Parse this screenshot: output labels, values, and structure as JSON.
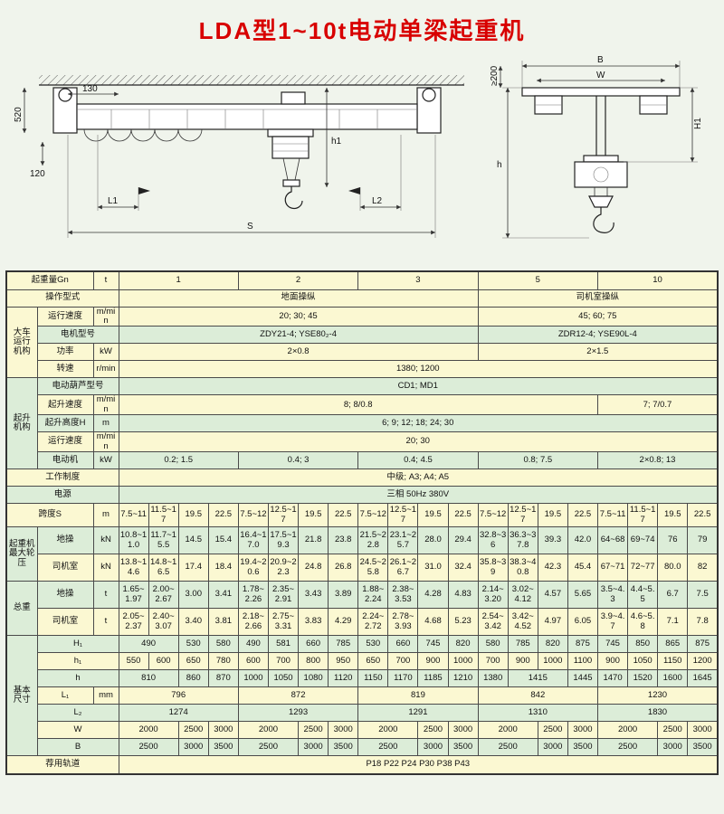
{
  "title": "LDA型1~10t电动单梁起重机",
  "drawing": {
    "side": {
      "dim130": "130",
      "dim520": "520",
      "dim120": "120",
      "dimh1": "h1",
      "dimL1": "L1",
      "dimL2": "L2",
      "dimS": "S"
    },
    "end": {
      "dimB": "B",
      "dimW": "W",
      "dim200": "≥200",
      "dimH1": "H1",
      "dimh": "h"
    }
  },
  "table": {
    "rows": [
      {
        "h": 20,
        "bg": "y",
        "cells": [
          {
            "t": "起重量Gn",
            "cs": 2,
            "cls": "lbl"
          },
          {
            "t": "t",
            "cls": "unit"
          },
          {
            "t": "1",
            "cs": 4
          },
          {
            "t": "2",
            "cs": 4
          },
          {
            "t": "3",
            "cs": 4
          },
          {
            "t": "5",
            "cs": 4
          },
          {
            "t": "10",
            "cs": 4
          }
        ]
      },
      {
        "h": 19,
        "bg": "y",
        "cells": [
          {
            "t": "操作型式",
            "cs": 3,
            "cls": "lbl"
          },
          {
            "t": "地面操纵",
            "cs": 12
          },
          {
            "t": "司机室操纵",
            "cs": 8
          }
        ]
      },
      {
        "h": 19,
        "bg": "y",
        "cells": [
          {
            "t": "大车\n运行\n机构",
            "rs": 4,
            "cls": "grp"
          },
          {
            "t": "运行速度",
            "cls": "lbl"
          },
          {
            "t": "m/min",
            "cls": "unit"
          },
          {
            "t": "20; 30; 45",
            "cs": 12
          },
          {
            "t": "45; 60; 75",
            "cs": 8
          }
        ]
      },
      {
        "h": 19,
        "bg": "g",
        "cells": [
          {
            "t": "电机型号",
            "cs": 2,
            "cls": "lbl"
          },
          {
            "t": "ZDY21-4; YSE80₂-4",
            "cs": 12
          },
          {
            "t": "ZDR12-4; YSE90L-4",
            "cs": 8
          }
        ]
      },
      {
        "h": 19,
        "bg": "y",
        "cells": [
          {
            "t": "功率",
            "cls": "lbl"
          },
          {
            "t": "kW",
            "cls": "unit"
          },
          {
            "t": "2×0.8",
            "cs": 12
          },
          {
            "t": "2×1.5",
            "cs": 8
          }
        ]
      },
      {
        "h": 19,
        "bg": "y",
        "cells": [
          {
            "t": "转速",
            "cls": "lbl"
          },
          {
            "t": "r/min",
            "cls": "unit"
          },
          {
            "t": "1380; 1200",
            "cs": 20
          }
        ]
      },
      {
        "h": 19,
        "bg": "g",
        "cells": [
          {
            "t": "起升\n机构",
            "rs": 5,
            "cls": "grp"
          },
          {
            "t": "电动葫芦型号",
            "cs": 2,
            "cls": "lbl"
          },
          {
            "t": "CD1; MD1",
            "cs": 20
          }
        ]
      },
      {
        "h": 19,
        "bg": "y",
        "cells": [
          {
            "t": "起升速度",
            "cls": "lbl"
          },
          {
            "t": "m/min",
            "cls": "unit"
          },
          {
            "t": "8; 8/0.8",
            "cs": 16
          },
          {
            "t": "7; 7/0.7",
            "cs": 4
          }
        ]
      },
      {
        "h": 19,
        "bg": "g",
        "cells": [
          {
            "t": "起升高度H",
            "cls": "lbl"
          },
          {
            "t": "m",
            "cls": "unit"
          },
          {
            "t": "6; 9; 12; 18; 24; 30",
            "cs": 20
          }
        ]
      },
      {
        "h": 19,
        "bg": "y",
        "cells": [
          {
            "t": "运行速度",
            "cls": "lbl"
          },
          {
            "t": "m/min",
            "cls": "unit"
          },
          {
            "t": "20; 30",
            "cs": 20
          }
        ]
      },
      {
        "h": 19,
        "bg": "g",
        "cells": [
          {
            "t": "电动机",
            "cls": "lbl"
          },
          {
            "t": "kW",
            "cls": "unit"
          },
          {
            "t": "0.2; 1.5",
            "cs": 4
          },
          {
            "t": "0.4; 3",
            "cs": 4
          },
          {
            "t": "0.4; 4.5",
            "cs": 4
          },
          {
            "t": "0.8; 7.5",
            "cs": 4
          },
          {
            "t": "2×0.8; 13",
            "cs": 4
          }
        ]
      },
      {
        "h": 19,
        "bg": "y",
        "cells": [
          {
            "t": "工作制度",
            "cs": 3,
            "cls": "lbl"
          },
          {
            "t": "中级; A3; A4; A5",
            "cs": 20
          }
        ]
      },
      {
        "h": 19,
        "bg": "g",
        "cells": [
          {
            "t": "电源",
            "cs": 3,
            "cls": "lbl"
          },
          {
            "t": "三相  50Hz  380V",
            "cs": 20
          }
        ]
      },
      {
        "h": 26,
        "bg": "y",
        "cells": [
          {
            "t": "跨度S",
            "cs": 2,
            "cls": "lbl"
          },
          {
            "t": "m",
            "cls": "unit"
          },
          {
            "t": "7.5~11"
          },
          {
            "t": "11.5~17"
          },
          {
            "t": "19.5"
          },
          {
            "t": "22.5"
          },
          {
            "t": "7.5~12"
          },
          {
            "t": "12.5~17"
          },
          {
            "t": "19.5"
          },
          {
            "t": "22.5"
          },
          {
            "t": "7.5~12"
          },
          {
            "t": "12.5~17"
          },
          {
            "t": "19.5"
          },
          {
            "t": "22.5"
          },
          {
            "t": "7.5~12"
          },
          {
            "t": "12.5~17"
          },
          {
            "t": "19.5"
          },
          {
            "t": "22.5"
          },
          {
            "t": "7.5~11"
          },
          {
            "t": "11.5~17"
          },
          {
            "t": "19.5"
          },
          {
            "t": "22.5"
          }
        ]
      },
      {
        "h": 30,
        "bg": "g",
        "cells": [
          {
            "t": "起重机\n最大轮\n压",
            "rs": 2,
            "cls": "grp"
          },
          {
            "t": "地操",
            "cls": "lbl"
          },
          {
            "t": "kN",
            "cls": "unit"
          },
          {
            "t": "10.8~11.0"
          },
          {
            "t": "11.7~15.5"
          },
          {
            "t": "14.5"
          },
          {
            "t": "15.4"
          },
          {
            "t": "16.4~17.0"
          },
          {
            "t": "17.5~19.3"
          },
          {
            "t": "21.8"
          },
          {
            "t": "23.8"
          },
          {
            "t": "21.5~22.8"
          },
          {
            "t": "23.1~25.7"
          },
          {
            "t": "28.0"
          },
          {
            "t": "29.4"
          },
          {
            "t": "32.8~36"
          },
          {
            "t": "36.3~37.8"
          },
          {
            "t": "39.3"
          },
          {
            "t": "42.0"
          },
          {
            "t": "64~68"
          },
          {
            "t": "69~74"
          },
          {
            "t": "76"
          },
          {
            "t": "79"
          }
        ]
      },
      {
        "h": 30,
        "bg": "y",
        "cells": [
          {
            "t": "司机室",
            "cls": "lbl"
          },
          {
            "t": "kN",
            "cls": "unit"
          },
          {
            "t": "13.8~14.6"
          },
          {
            "t": "14.8~16.5"
          },
          {
            "t": "17.4"
          },
          {
            "t": "18.4"
          },
          {
            "t": "19.4~20.6"
          },
          {
            "t": "20.9~22.3"
          },
          {
            "t": "24.8"
          },
          {
            "t": "26.8"
          },
          {
            "t": "24.5~25.8"
          },
          {
            "t": "26.1~26.7"
          },
          {
            "t": "31.0"
          },
          {
            "t": "32.4"
          },
          {
            "t": "35.8~39"
          },
          {
            "t": "38.3~40.8"
          },
          {
            "t": "42.3"
          },
          {
            "t": "45.4"
          },
          {
            "t": "67~71"
          },
          {
            "t": "72~77"
          },
          {
            "t": "80.0"
          },
          {
            "t": "82"
          }
        ]
      },
      {
        "h": 30,
        "bg": "g",
        "cells": [
          {
            "t": "总重",
            "rs": 2,
            "cls": "grp"
          },
          {
            "t": "地操",
            "cls": "lbl"
          },
          {
            "t": "t",
            "cls": "unit"
          },
          {
            "t": "1.65~1.97"
          },
          {
            "t": "2.00~2.67"
          },
          {
            "t": "3.00"
          },
          {
            "t": "3.41"
          },
          {
            "t": "1.78~2.26"
          },
          {
            "t": "2.35~2.91"
          },
          {
            "t": "3.43"
          },
          {
            "t": "3.89"
          },
          {
            "t": "1.88~2.24"
          },
          {
            "t": "2.38~3.53"
          },
          {
            "t": "4.28"
          },
          {
            "t": "4.83"
          },
          {
            "t": "2.14~3.20"
          },
          {
            "t": "3.02~4.12"
          },
          {
            "t": "4.57"
          },
          {
            "t": "5.65"
          },
          {
            "t": "3.5~4.3"
          },
          {
            "t": "4.4~5.5"
          },
          {
            "t": "6.7"
          },
          {
            "t": "7.5"
          }
        ]
      },
      {
        "h": 30,
        "bg": "y",
        "cells": [
          {
            "t": "司机室",
            "cls": "lbl"
          },
          {
            "t": "t",
            "cls": "unit"
          },
          {
            "t": "2.05~2.37"
          },
          {
            "t": "2.40~3.07"
          },
          {
            "t": "3.40"
          },
          {
            "t": "3.81"
          },
          {
            "t": "2.18~2.66"
          },
          {
            "t": "2.75~3.31"
          },
          {
            "t": "3.83"
          },
          {
            "t": "4.29"
          },
          {
            "t": "2.24~2.72"
          },
          {
            "t": "2.78~3.93"
          },
          {
            "t": "4.68"
          },
          {
            "t": "5.23"
          },
          {
            "t": "2.54~3.42"
          },
          {
            "t": "3.42~4.52"
          },
          {
            "t": "4.97"
          },
          {
            "t": "6.05"
          },
          {
            "t": "3.9~4.7"
          },
          {
            "t": "4.6~5.8"
          },
          {
            "t": "7.1"
          },
          {
            "t": "7.8"
          }
        ]
      },
      {
        "h": 19,
        "bg": "g",
        "cells": [
          {
            "t": "基本\n尺寸",
            "rs": 7,
            "cls": "grp"
          },
          {
            "t": "H₁",
            "cs": 2,
            "cls": "lbl"
          },
          {
            "t": "490",
            "cs": 2
          },
          {
            "t": "530"
          },
          {
            "t": "580"
          },
          {
            "t": "490"
          },
          {
            "t": "581"
          },
          {
            "t": "660"
          },
          {
            "t": "785"
          },
          {
            "t": "530"
          },
          {
            "t": "660"
          },
          {
            "t": "745"
          },
          {
            "t": "820"
          },
          {
            "t": "580"
          },
          {
            "t": "785"
          },
          {
            "t": "820"
          },
          {
            "t": "875"
          },
          {
            "t": "745"
          },
          {
            "t": "850"
          },
          {
            "t": "865"
          },
          {
            "t": "875"
          }
        ]
      },
      {
        "h": 19,
        "bg": "y",
        "cells": [
          {
            "t": "h₁",
            "cs": 2,
            "cls": "lbl"
          },
          {
            "t": "550"
          },
          {
            "t": "600"
          },
          {
            "t": "650"
          },
          {
            "t": "780"
          },
          {
            "t": "600"
          },
          {
            "t": "700"
          },
          {
            "t": "800"
          },
          {
            "t": "950"
          },
          {
            "t": "650"
          },
          {
            "t": "700"
          },
          {
            "t": "900"
          },
          {
            "t": "1000"
          },
          {
            "t": "700"
          },
          {
            "t": "900"
          },
          {
            "t": "1000"
          },
          {
            "t": "1100"
          },
          {
            "t": "900"
          },
          {
            "t": "1050"
          },
          {
            "t": "1150"
          },
          {
            "t": "1200"
          }
        ]
      },
      {
        "h": 19,
        "bg": "g",
        "cells": [
          {
            "t": "h",
            "cs": 2,
            "cls": "lbl"
          },
          {
            "t": "810",
            "cs": 2
          },
          {
            "t": "860"
          },
          {
            "t": "870"
          },
          {
            "t": "1000"
          },
          {
            "t": "1050"
          },
          {
            "t": "1080"
          },
          {
            "t": "1120"
          },
          {
            "t": "1150"
          },
          {
            "t": "1170"
          },
          {
            "t": "1185"
          },
          {
            "t": "1210"
          },
          {
            "t": "1380"
          },
          {
            "t": "1415",
            "cs": 2
          },
          {
            "t": "1445"
          },
          {
            "t": "1470"
          },
          {
            "t": "1520"
          },
          {
            "t": "1600"
          },
          {
            "t": "1645"
          }
        ]
      },
      {
        "h": 19,
        "bg": "y",
        "cells": [
          {
            "t": "L₁",
            "cls": "lbl"
          },
          {
            "t": "mm",
            "cls": "unit"
          },
          {
            "t": "796",
            "cs": 4
          },
          {
            "t": "872",
            "cs": 4
          },
          {
            "t": "819",
            "cs": 4
          },
          {
            "t": "842",
            "cs": 4
          },
          {
            "t": "1230",
            "cs": 4
          }
        ]
      },
      {
        "h": 19,
        "bg": "g",
        "cells": [
          {
            "t": "L₂",
            "cs": 2,
            "cls": "lbl"
          },
          {
            "t": "1274",
            "cs": 4
          },
          {
            "t": "1293",
            "cs": 4
          },
          {
            "t": "1291",
            "cs": 4
          },
          {
            "t": "1310",
            "cs": 4
          },
          {
            "t": "1830",
            "cs": 4
          }
        ]
      },
      {
        "h": 19,
        "bg": "y",
        "cells": [
          {
            "t": "W",
            "cs": 2,
            "cls": "lbl"
          },
          {
            "t": "2000",
            "cs": 2
          },
          {
            "t": "2500"
          },
          {
            "t": "3000"
          },
          {
            "t": "2000",
            "cs": 2
          },
          {
            "t": "2500"
          },
          {
            "t": "3000"
          },
          {
            "t": "2000",
            "cs": 2
          },
          {
            "t": "2500"
          },
          {
            "t": "3000"
          },
          {
            "t": "2000",
            "cs": 2
          },
          {
            "t": "2500"
          },
          {
            "t": "3000"
          },
          {
            "t": "2000",
            "cs": 2
          },
          {
            "t": "2500"
          },
          {
            "t": "3000"
          }
        ]
      },
      {
        "h": 19,
        "bg": "g",
        "cells": [
          {
            "t": "B",
            "cs": 2,
            "cls": "lbl"
          },
          {
            "t": "2500",
            "cs": 2
          },
          {
            "t": "3000"
          },
          {
            "t": "3500"
          },
          {
            "t": "2500",
            "cs": 2
          },
          {
            "t": "3000"
          },
          {
            "t": "3500"
          },
          {
            "t": "2500",
            "cs": 2
          },
          {
            "t": "3000"
          },
          {
            "t": "3500"
          },
          {
            "t": "2500",
            "cs": 2
          },
          {
            "t": "3000"
          },
          {
            "t": "3500"
          },
          {
            "t": "2500",
            "cs": 2
          },
          {
            "t": "3000"
          },
          {
            "t": "3500"
          }
        ]
      },
      {
        "h": 20,
        "bg": "y",
        "cells": [
          {
            "t": "荐用轨道",
            "cs": 3,
            "cls": "lbl"
          },
          {
            "t": "P18   P22   P24   P30   P38   P43",
            "cs": 20
          }
        ]
      }
    ]
  }
}
